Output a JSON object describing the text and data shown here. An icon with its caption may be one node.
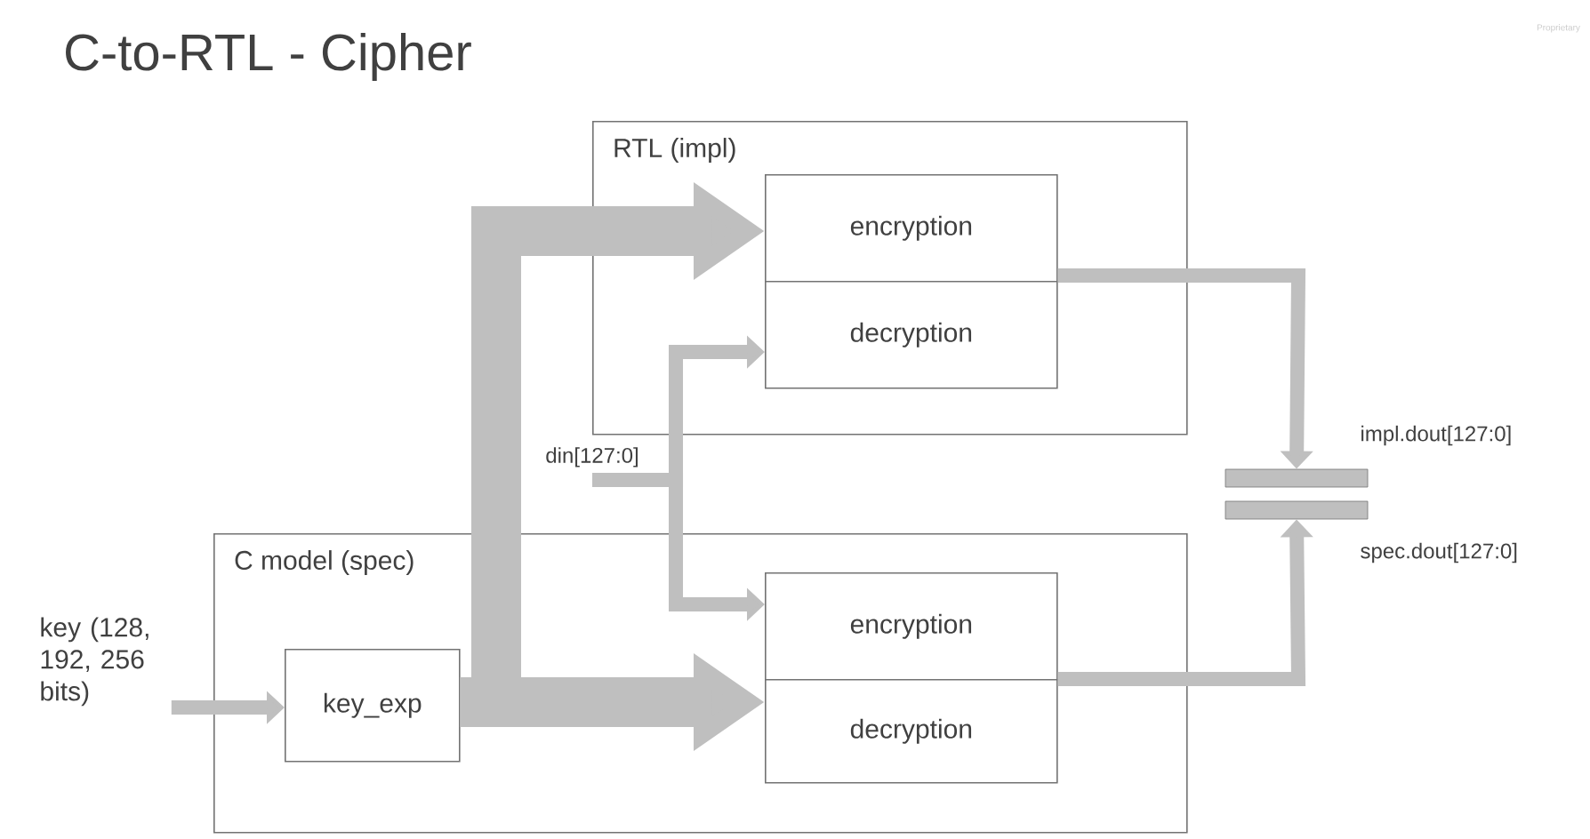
{
  "diagram": {
    "title": "C-to-RTL - Cipher",
    "nodes": [
      {
        "text": [
          "RTL (impl)"
        ]
      },
      {
        "text": [
          "encryption"
        ],
        "in": 0
      },
      {
        "text": [
          "decryption"
        ],
        "in": 0
      },
      {
        "text": [
          "C model (spec)"
        ]
      },
      {
        "text": [
          "key_exp"
        ],
        "in": 3
      },
      {
        "text": [
          "encryption"
        ],
        "in": 3
      },
      {
        "text": [
          "decryption"
        ],
        "in": 3
      },
      {
        "text": [
          "key (128, 192, 256 bits)"
        ]
      },
      {
        "text": [
          "din[127:0]"
        ]
      },
      {
        "text": [],
        "shape": "bar",
        "beside": [
          "impl.dout[127:0]"
        ]
      },
      {
        "text": [],
        "shape": "bar",
        "beside": [
          "spec.dout[127:0]"
        ]
      }
    ],
    "edges": [
      {
        "from": 7,
        "to": 4,
        "arrow": "to"
      },
      {
        "from": 4,
        "to": 1,
        "arrow": "to",
        "style": "thick"
      },
      {
        "from": 4,
        "to": 6,
        "arrow": "to",
        "style": "thick"
      },
      {
        "from": 8,
        "to": 2,
        "arrow": "to"
      },
      {
        "from": 8,
        "to": 5,
        "arrow": "to"
      },
      {
        "from": 1,
        "to": 9,
        "arrow": "to"
      },
      {
        "from": 5,
        "to": 10,
        "arrow": "to"
      }
    ],
    "labels": [
      "Proprietary"
    ]
  }
}
